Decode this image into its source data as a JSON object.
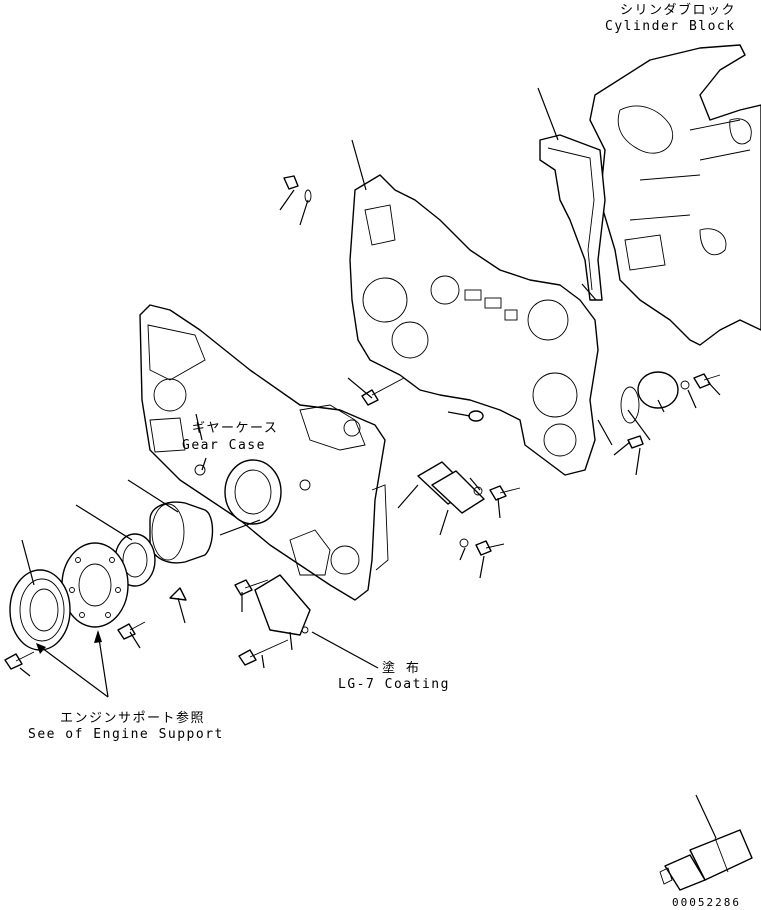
{
  "labels": {
    "cylinder_block_jp": "シリンダブロック",
    "cylinder_block_en": "Cylinder Block",
    "gear_case_jp": "ギヤーケース",
    "gear_case_en": "Gear Case",
    "coating_jp": "塗 布",
    "coating_en": "LG-7 Coating",
    "engine_support_jp": "エンジンサポート参照",
    "engine_support_en": "See of Engine Support",
    "drawing_number": "00052286"
  }
}
